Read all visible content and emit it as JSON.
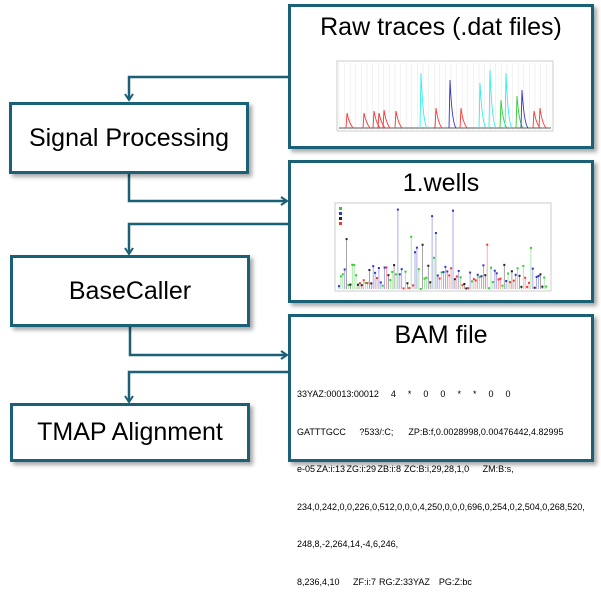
{
  "steps": [
    {
      "label": "Signal Processing"
    },
    {
      "label": "BaseCaller"
    },
    {
      "label": "TMAP Alignment"
    }
  ],
  "outputs": [
    {
      "title": "Raw traces (.dat files)"
    },
    {
      "title": "1.wells"
    },
    {
      "title": "BAM file",
      "content": [
        "33YAZ:00013:00012        4        *        0        0        *        *        0        0",
        "GATTTGCC         ?533/:C;          ZP:B:f,0.0028998,0.00476442,4.82995",
        "e-05 ZA:i:13 ZG:i:29 ZB:i:8  ZC:B:i,29,28,1,0         ZM:B:s,",
        "234,0,242,0,0,226,0,512,0,0,0,4,250,0,0,0,696,0,254,0,2,504,0,268,520,",
        "248,8,-2,264,14,-4,6,246,",
        "8,236,4,10         ZF:i:7  RG:Z:33YAZ      PG:Z:bc"
      ]
    }
  ],
  "colors": {
    "accent": "#1a6076"
  }
}
